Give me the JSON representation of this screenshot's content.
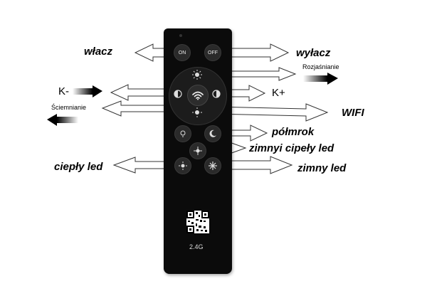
{
  "labels": {
    "wlacz": "włacz",
    "wylacz": "wyłacz",
    "rozjasnianie": "Rozjaśnianie",
    "k_minus": "K-",
    "k_plus": "K+",
    "sciemnianie": "Ściemnianie",
    "wifi": "WIFI",
    "polmrok": "półmrok",
    "zimnyi_ciepty_led": "zimnyi cipeły led",
    "cieply_led": "ciepły led",
    "zimny_led": "zimny led"
  },
  "remote": {
    "on_label": "ON",
    "off_label": "OFF",
    "frequency": "2.4G"
  },
  "icons": {
    "brightness_up": "sun-icon",
    "brightness_down": "sun-icon",
    "color_temp_down": "half-circle-icon",
    "color_temp_up": "half-circle-icon",
    "wifi": "wifi-icon",
    "reading": "lamp-icon",
    "night": "moon-icon",
    "mixed": "sun-snow-icon",
    "warm": "sun-icon",
    "cold": "snowflake-icon",
    "qr": "qr-code-icon"
  },
  "colors": {
    "remote_body": "#0b0b0b",
    "arrow_fill": "#ffffff",
    "arrow_stroke": "#333333"
  }
}
